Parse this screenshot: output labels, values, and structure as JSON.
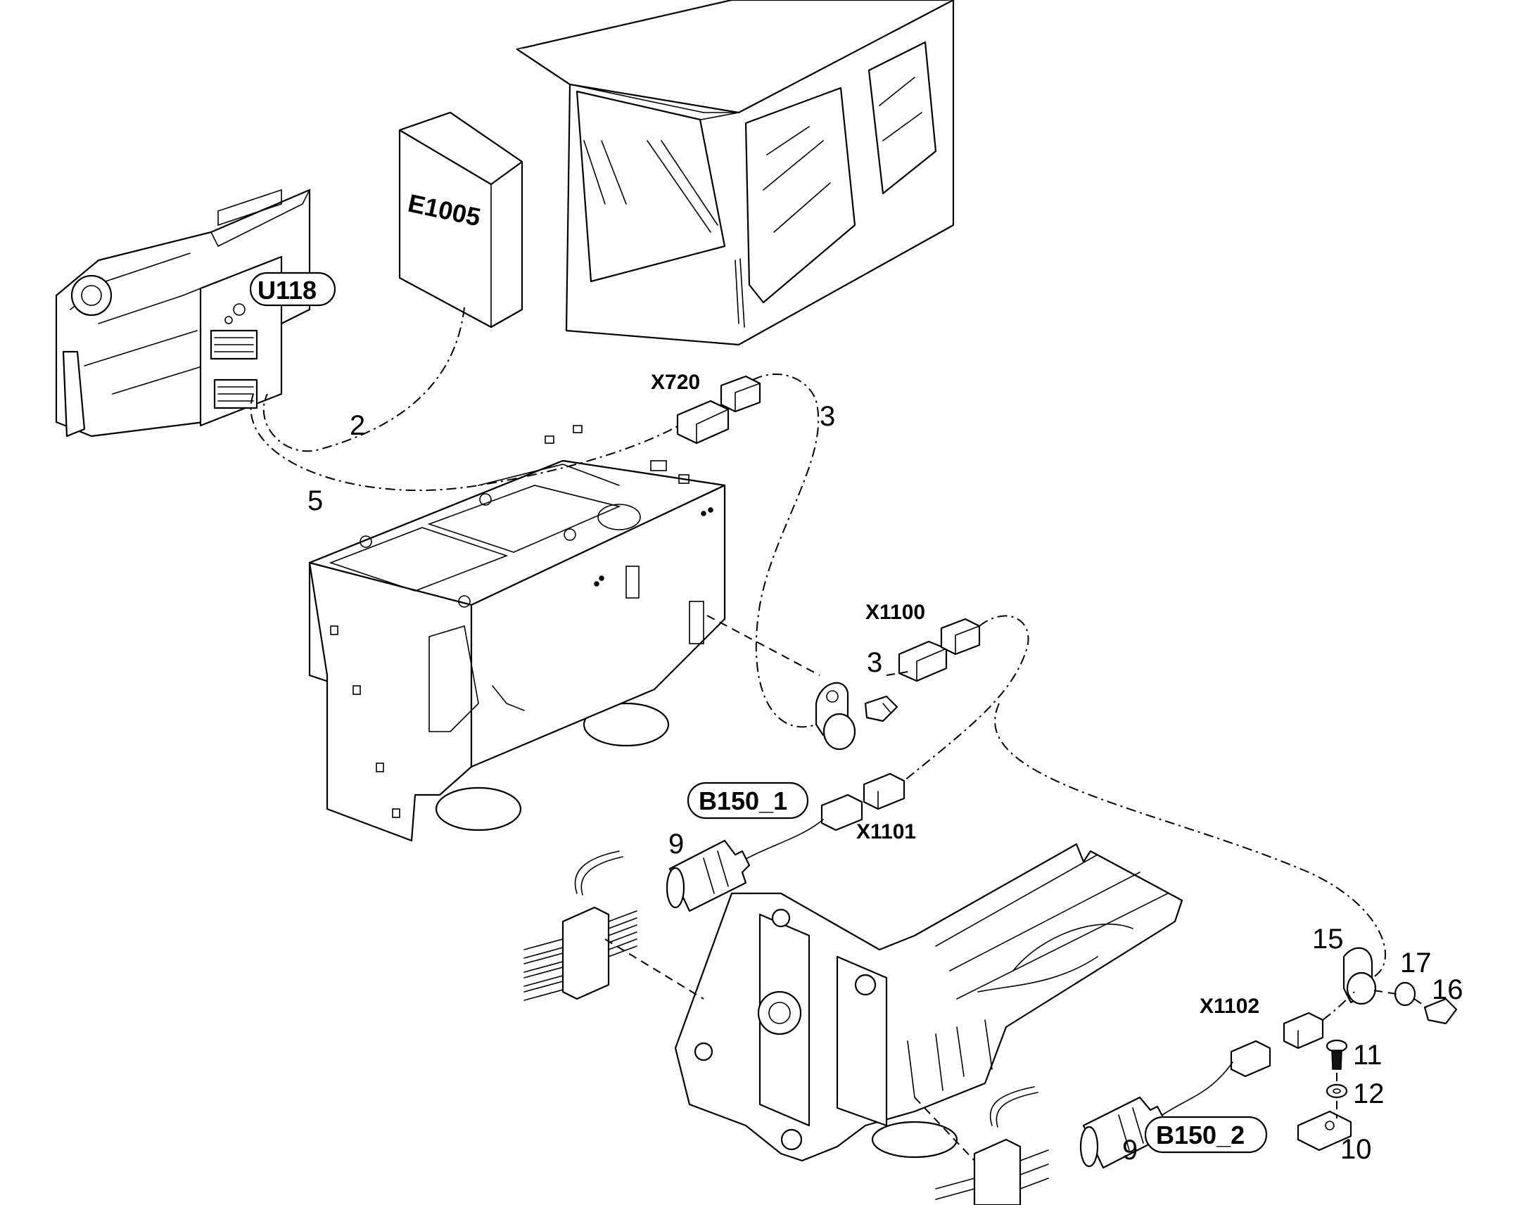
{
  "tags": {
    "U118": "U118",
    "E1005": "E1005",
    "B150_1": "B150_1",
    "B150_2": "B150_2"
  },
  "connectors": {
    "X720": "X720",
    "X1100": "X1100",
    "X1101": "X1101",
    "X1102": "X1102"
  },
  "callouts": {
    "n2": "2",
    "n3a": "3",
    "n3b": "3",
    "n5": "5",
    "n9a": "9",
    "n9b": "9",
    "n10": "10",
    "n11": "11",
    "n12": "12",
    "n15": "15",
    "n16": "16",
    "n17": "17"
  }
}
